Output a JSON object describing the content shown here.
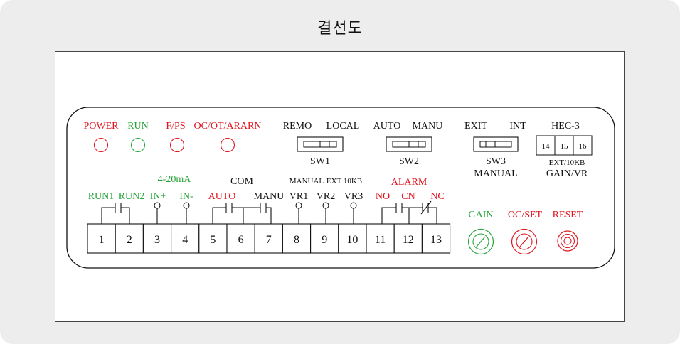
{
  "title": "결선도",
  "colors": {
    "red": "#e0141e",
    "green": "#27a43a",
    "black": "#111111"
  },
  "leds": [
    {
      "label": "POWER",
      "color": "red"
    },
    {
      "label": "RUN",
      "color": "green"
    },
    {
      "label": "F/PS",
      "color": "red"
    },
    {
      "label": "OC/OT/ARARN",
      "color": "red"
    }
  ],
  "sw1": {
    "left": "REMO",
    "right": "LOCAL",
    "name": "SW1"
  },
  "sw2": {
    "left": "AUTO",
    "right": "MANU",
    "name": "SW2"
  },
  "sw3": {
    "left": "EXIT",
    "right": "INT",
    "name": "SW3",
    "sub": "MANUAL"
  },
  "hec": {
    "title": "HEC-3",
    "terminals": [
      "14",
      "15",
      "16"
    ],
    "sub1": "EXT/10KB",
    "sub2": "GAIN/VR"
  },
  "terminals": [
    "1",
    "2",
    "3",
    "4",
    "5",
    "6",
    "7",
    "8",
    "9",
    "10",
    "11",
    "12",
    "13"
  ],
  "group_labels": {
    "analog": "4-20mA",
    "com": "COM",
    "vr_manual": "MANUAL",
    "vr_ext": "EXT 10KB",
    "alarm": "ALARM"
  },
  "terminal_labels": {
    "run1": "RUN1",
    "run2": "RUN2",
    "in_plus": "IN+",
    "in_minus": "IN-",
    "auto": "AUTO",
    "manu": "MANU",
    "vr1": "VR1",
    "vr2": "VR2",
    "vr3": "VR3",
    "no": "NO",
    "cn": "CN",
    "nc": "NC"
  },
  "knobs": [
    {
      "label": "GAIN",
      "color": "green",
      "style": "slot"
    },
    {
      "label": "OC/SET",
      "color": "red",
      "style": "slot"
    },
    {
      "label": "RESET",
      "color": "red",
      "style": "button"
    }
  ]
}
